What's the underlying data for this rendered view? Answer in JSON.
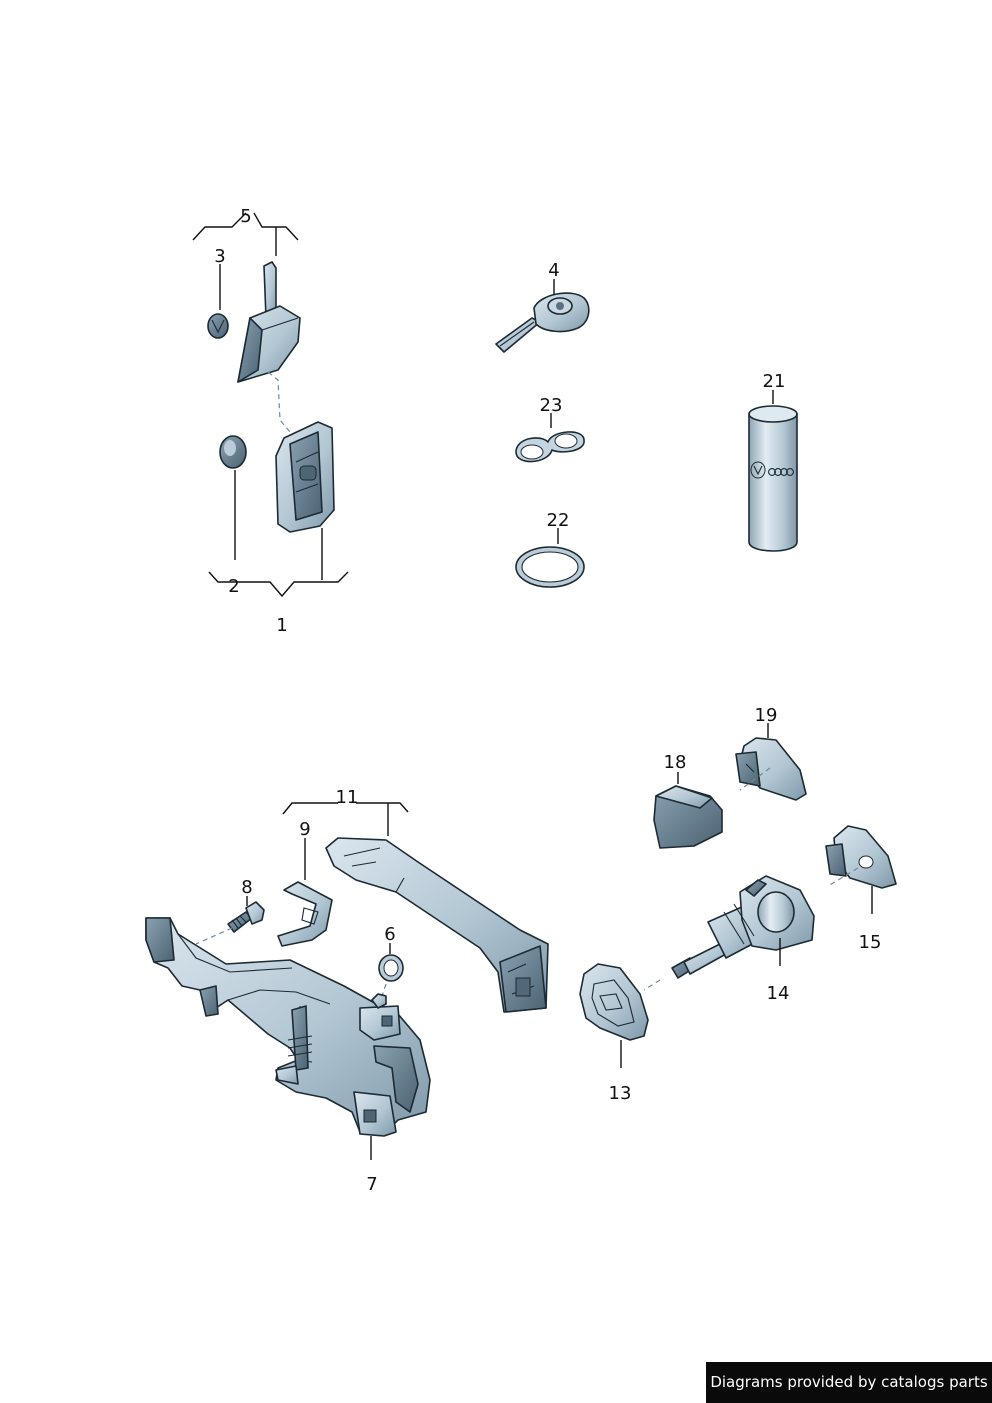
{
  "callouts": {
    "c1": "1",
    "c2": "2",
    "c3": "3",
    "c4": "4",
    "c5": "5",
    "c6": "6",
    "c7": "7",
    "c8": "8",
    "c9": "9",
    "c11": "11",
    "c13": "13",
    "c14": "14",
    "c15": "15",
    "c18": "18",
    "c19": "19",
    "c21": "21",
    "c22": "22",
    "c23": "23"
  },
  "colors": {
    "part_fill": "#b9ccd8",
    "part_shade": "#7f9aac",
    "part_dark": "#3f5665",
    "outline": "#1c2a33"
  },
  "footer": {
    "text": "Diagrams provided by catalogs parts"
  }
}
